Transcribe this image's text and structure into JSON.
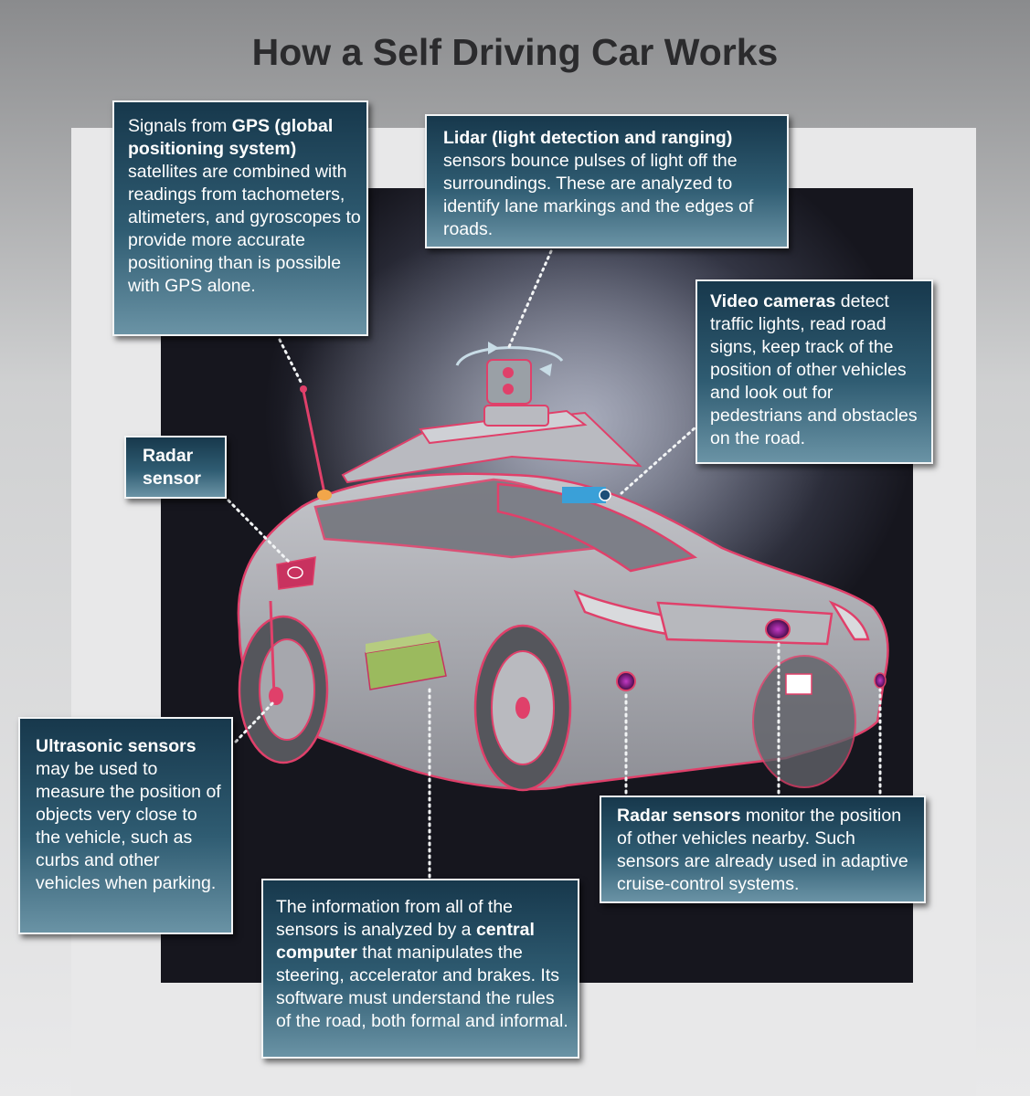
{
  "title": "How a Self Driving Car Works",
  "callouts": {
    "gps": {
      "pre": "Signals from ",
      "bold": "GPS (global positioning system)",
      "post": " satellites are combined with readings from tachometers, altimeters, and gyroscopes to provide more accurate positioning than is possible with GPS alone."
    },
    "lidar": {
      "bold": "Lidar (light detection and ranging)",
      "post": " sensors bounce pulses of light off the surroundings. These are analyzed to identify lane markings and the edges of roads."
    },
    "video": {
      "bold": "Video cameras",
      "post": " detect traffic lights, read road signs, keep track of the position of other vehicles and look out for pedestrians and obstacles on the road."
    },
    "radar_sensor": {
      "line1": "Radar",
      "line2": "sensor"
    },
    "ultrasonic": {
      "bold": "Ultrasonic sensors",
      "post": " may be used to measure the position of objects very close to the vehicle, such as curbs and other vehicles when parking."
    },
    "radar_sensors": {
      "bold": "Radar sensors",
      "post": " monitor the position of other vehicles nearby. Such sensors are already used in adaptive cruise-control systems."
    },
    "computer": {
      "pre": "The information from all of the sensors is analyzed by a ",
      "bold": "central computer",
      "post": " that manipulates the steering, accelerator and brakes. Its software must understand the rules of the road, both formal and informal."
    }
  },
  "colors": {
    "box_top": "#17384c",
    "box_bottom": "#6a93a5",
    "car_outline": "#e0406a",
    "car_body": "#a9aab0",
    "sensor_purple": "#7a1d7c",
    "camera_blue": "#3aa0d8"
  }
}
